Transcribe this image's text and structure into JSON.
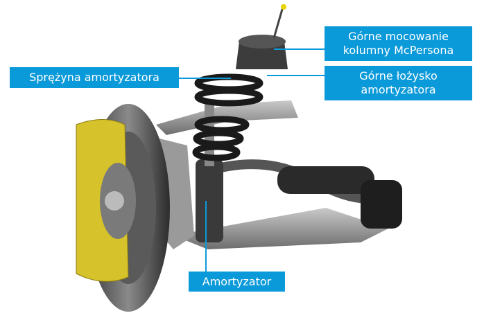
{
  "labels": {
    "upper_mount": "Górne mocowanie kolumny McPersona",
    "upper_bearing": "Górne łożysko amortyzatora",
    "spring": "Sprężyna amortyzatora",
    "shock": "Amortyzator"
  },
  "colors": {
    "label_bg": "#0b9ad9",
    "caliper": "#d6c22a"
  }
}
